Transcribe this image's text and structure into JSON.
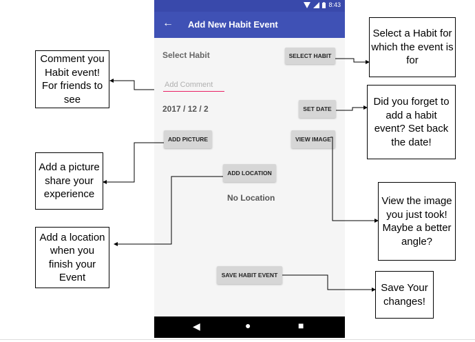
{
  "status_bar": {
    "time": "8:43"
  },
  "app_bar": {
    "title": "Add New Habit Event",
    "back_icon": "arrow-left-icon"
  },
  "form": {
    "select_habit_label": "Select Habit",
    "select_habit_button": "SELECT HABIT",
    "comment_placeholder": "Add Comment",
    "date_value": "2017 / 12 / 2",
    "set_date_button": "SET DATE",
    "add_picture_button": "ADD PICTURE",
    "view_image_button": "VIEW IMAGE",
    "add_location_button": "ADD LOCATION",
    "location_value": "No Location",
    "save_button": "SAVE HABIT EVENT"
  },
  "nav_bar": {
    "icons": [
      "back-triangle-icon",
      "home-circle-icon",
      "recents-square-icon"
    ]
  },
  "annotations": {
    "comment": "Comment you Habit event! For friends to see",
    "picture": "Add a picture share your experience",
    "location": "Add a location when you finish your Event",
    "select_habit": "Select a Habit for which the event is for",
    "set_date": "Did you forget to add a habit event? Set back the date!",
    "view_image": "View the image you just took! Maybe a better angle?",
    "save": "Save Your changes!"
  }
}
